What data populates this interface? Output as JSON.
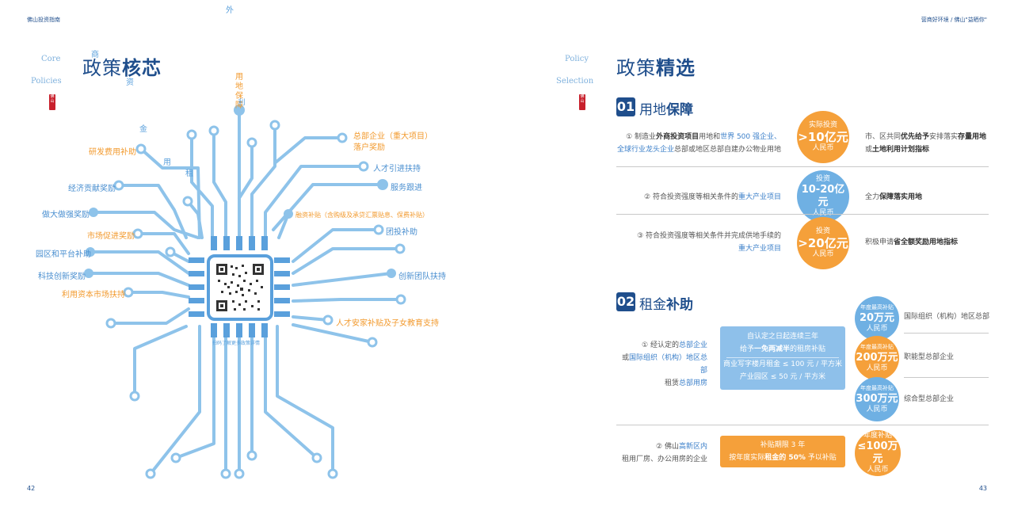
{
  "header": {
    "left_title": "佛山投资指南",
    "right_title": "营商好环境 / 佛山\"益晒你\""
  },
  "left_page": {
    "side_en": [
      "Core",
      "Policies"
    ],
    "title_plain": "政策",
    "title_bold": "核芯",
    "seal_text": "佛山",
    "scattered_chars": [
      "外",
      "商",
      "资",
      "金",
      "用",
      "租"
    ],
    "vertical_label": "用地保障",
    "vertical_label_tail": "利",
    "labels_left": [
      "研发费用补助",
      "经济贡献奖励",
      "做大做强奖励",
      "市场促进奖励",
      "园区和平台补助",
      "科技创新奖励",
      "利用资本市场扶持"
    ],
    "labels_right": [
      "总部企业（重大项目）",
      "落户奖励",
      "人才引进扶持",
      "服务跟进",
      "融资补贴（含购级及承贷汇票贴息、保费补贴）",
      "团投补助",
      "创新团队扶持",
      "人才安家补贴及子女教育支持"
    ],
    "qr_caption": "扫码了解更多政策详情",
    "page_number": "42"
  },
  "right_page": {
    "side_en": [
      "Policy",
      "Selection"
    ],
    "title_plain": "政策",
    "title_bold": "精选",
    "seal_text": "佛山",
    "section1": {
      "num": "01",
      "title_plain": "用地",
      "title_bold": "保障",
      "rows": [
        {
          "text_a": "① 制造业",
          "text_b": "外商投资项目",
          "text_c": "用地和",
          "text_d": "世界 500 强企业、",
          "text_e": "全球行业龙头企业",
          "text_f": "总部或地区总部自建办公物业用地",
          "circle_top": "实际投资",
          "circle_big": ">10亿元",
          "circle_bottom": "人民币",
          "right_a": "市、区共同",
          "right_b": "优先给予",
          "right_c": "安排落实",
          "right_d": "存量用地",
          "right_e": "或",
          "right_f": "土地利用计划指标"
        },
        {
          "text_a": "② 符合投资强度等相关条件的",
          "text_b": "重大产业项目",
          "circle_top": "投资",
          "circle_big": "10-20亿元",
          "circle_bottom": "人民币",
          "right_a": "全力",
          "right_b": "保障落实用地"
        },
        {
          "text_a": "③ 符合投资强度等相关条件并完成供地手续的",
          "text_b": "重大产业项目",
          "circle_top": "投资",
          "circle_big": ">20亿元",
          "circle_bottom": "人民币",
          "right_a": "积极申请",
          "right_b": "省全额奖励用地指标"
        }
      ]
    },
    "section2": {
      "num": "02",
      "title_plain": "租金",
      "title_bold": "补助",
      "item1": {
        "text_a": "① 经认定的",
        "text_b": "总部企业",
        "text_c": "或",
        "text_d": "国际组织（机构）地区总部",
        "text_e": "租赁",
        "text_f": "总部用房",
        "box_line1": "自认定之日起连续三年",
        "box_line2a": "给予",
        "box_line2b": "一免两减半",
        "box_line2c": "的租房补贴",
        "box_line3": "商业写字楼月租金 ≤ 100 元 / 平方米",
        "box_line4": "产业园区 ≤ 50 元 / 平方米",
        "tiers": [
          {
            "top": "年度最高补贴",
            "big": "20万元",
            "bottom": "人民币",
            "label": "国际组织（机构）地区总部"
          },
          {
            "top": "年度最高补贴",
            "big": "200万元",
            "bottom": "人民币",
            "label": "职能型总部企业"
          },
          {
            "top": "年度最高补贴",
            "big": "300万元",
            "bottom": "人民币",
            "label": "综合型总部企业"
          }
        ]
      },
      "item2": {
        "text_a": "② 佛山",
        "text_b": "高新区内",
        "text_c": "租用厂房、办公用房的企业",
        "box_line1": "补贴期限 3 年",
        "box_line2a": "按年度实际",
        "box_line2b": "租金的 50%",
        "box_line2c": " 予以补贴",
        "circle_top": "年度补贴",
        "circle_big": "≤100万元",
        "circle_bottom": "人民币"
      }
    },
    "page_number": "43"
  },
  "colors": {
    "navy": "#1f4e8c",
    "light_blue": "#5aa0dc",
    "orange": "#f5a03a",
    "circle_blue": "#6fb0e3"
  }
}
